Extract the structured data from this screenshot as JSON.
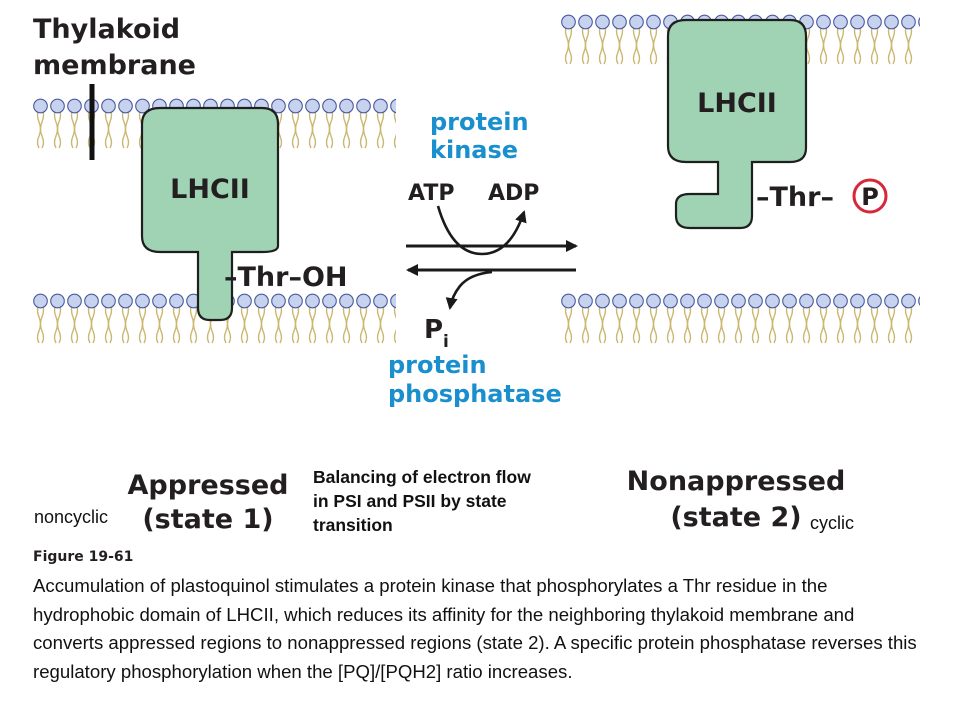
{
  "labels": {
    "thylakoid_membrane": [
      "Thylakoid",
      "membrane"
    ],
    "lhcii_left": "LHCII",
    "lhcii_right": "LHCII",
    "thr_oh": "–Thr–OH",
    "thr_p": "–Thr–",
    "phosphate_symbol": "P",
    "protein_kinase": [
      "protein",
      "kinase"
    ],
    "atp": "ATP",
    "adp": "ADP",
    "pi_main": "P",
    "pi_sub": "i",
    "protein_phosphatase": [
      "protein",
      "phosphatase"
    ],
    "appressed": [
      "Appressed",
      "(state 1)"
    ],
    "nonappressed": [
      "Nonappressed",
      "(state 2)"
    ],
    "figure_label": "Figure 19-61"
  },
  "notes": {
    "balancing": [
      "Balancing of electron flow",
      "in PSI and PSII by state",
      "transition"
    ],
    "noncyclic": "noncyclic",
    "cyclic": "cyclic"
  },
  "caption": "Accumulation of plastoquinol stimulates a protein kinase that phosphorylates a Thr residue in the hydrophobic domain of LHCII, which reduces its affinity for the neighboring thylakoid membrane and converts appressed regions to nonappressed regions (state 2). A specific protein phosphatase reverses this regulatory phosphorylation when the [PQ]/[PQH2] ratio increases.",
  "colors": {
    "protein_fill": "#9fd3b4",
    "protein_stroke": "#1f1f1f",
    "head_fill": "#c7d3ee",
    "tail_color": "#cbb770",
    "enzyme_blue": "#1a8fce",
    "phosphate_red": "#d62839"
  }
}
